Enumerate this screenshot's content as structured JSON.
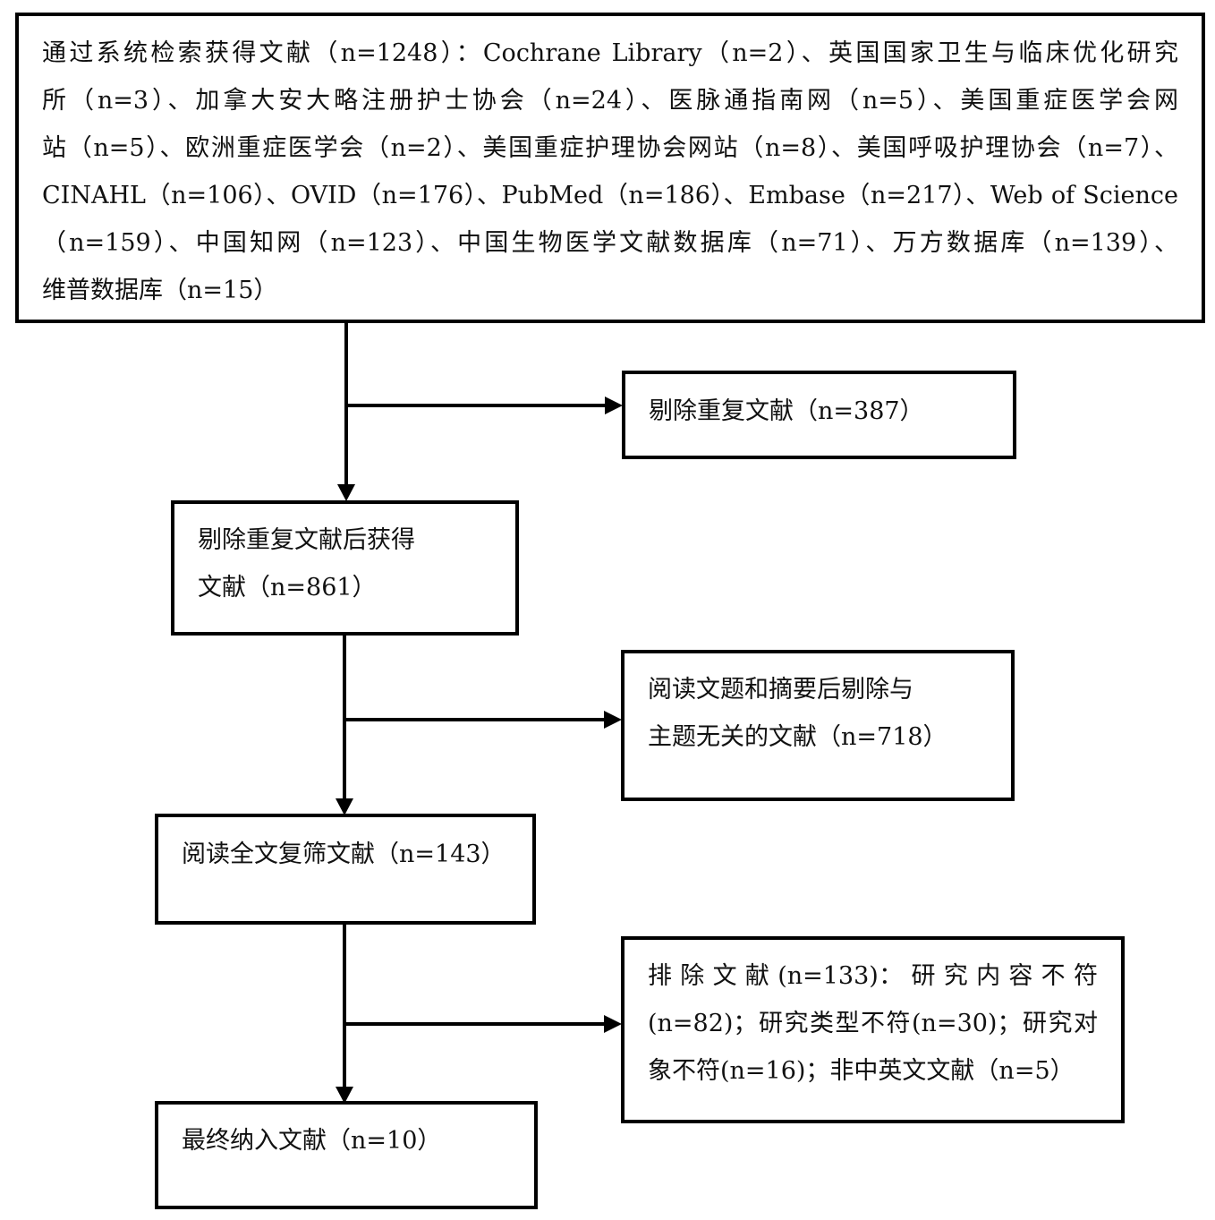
{
  "flow": {
    "search": {
      "lines": [
        "通过系统检索获得文献（n=1248）：Cochrane Library（n=2）、英国国家卫生与临床优化研究",
        "所（n=3）、加拿大安大略注册护士协会（n=24）、医脉通指南网（n=5）、美国重症医学会网",
        "站（n=5）、欧洲重症医学会（n=2）、美国重症护理协会网站（n=8）、美国呼吸护理协会（n=7）、",
        "CINAHL（n=106）、OVID（n=176）、PubMed（n=186）、Embase（n=217）、Web of Science",
        "（n=159）、中国知网（n=123）、中国生物医学文献数据库（n=71）、万方数据库（n=139）、",
        "维普数据库（n=15）"
      ]
    },
    "duplicates_removed": {
      "lines": [
        "剔除重复文献（n=387）"
      ]
    },
    "after_dedup": {
      "lines": [
        "剔除重复文献后获得",
        "文献（n=861）"
      ]
    },
    "title_abstract_excluded": {
      "lines": [
        "阅读文题和摘要后剔除与",
        "主题无关的文献（n=718）"
      ]
    },
    "fulltext_screen": {
      "lines": [
        "阅读全文复筛文献（n=143）"
      ]
    },
    "fulltext_excluded": {
      "lines": [
        "排 除 文 献 (n=133)： 研 究 内 容 不 符",
        "(n=82)；研究类型不符(n=30)；研究对",
        "象不符(n=16)；非中英文文献（n=5）"
      ]
    },
    "final_included": {
      "lines": [
        "最终纳入文献（n=10）"
      ]
    }
  }
}
